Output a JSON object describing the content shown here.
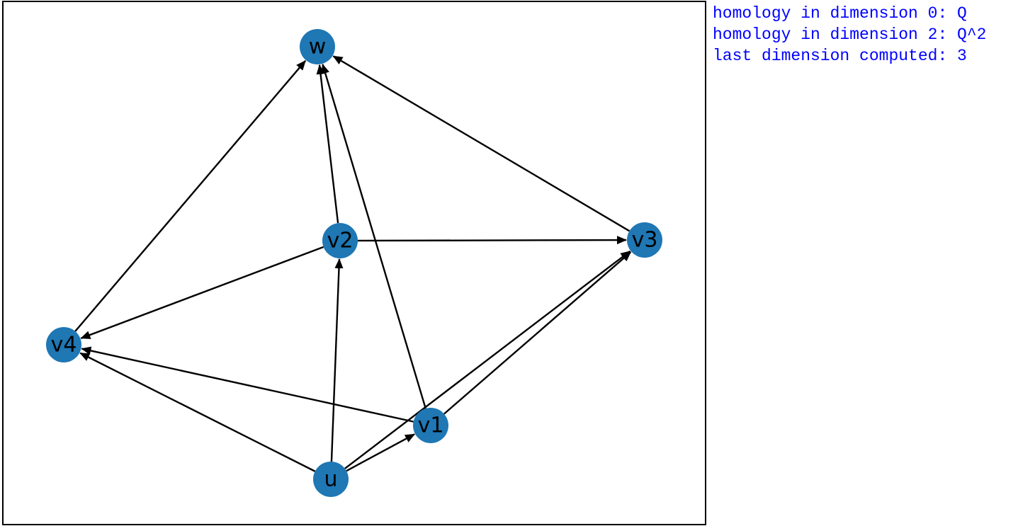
{
  "graph": {
    "node_color": "#1f77b4",
    "edge_color": "#000000",
    "frame_color": "#000000",
    "nodes": [
      {
        "id": "w",
        "label": "w"
      },
      {
        "id": "v2",
        "label": "v2"
      },
      {
        "id": "v3",
        "label": "v3"
      },
      {
        "id": "v4",
        "label": "v4"
      },
      {
        "id": "v1",
        "label": "v1"
      },
      {
        "id": "u",
        "label": "u"
      }
    ],
    "edges": [
      {
        "from": "v4",
        "to": "w"
      },
      {
        "from": "v2",
        "to": "w"
      },
      {
        "from": "v1",
        "to": "w"
      },
      {
        "from": "v3",
        "to": "w"
      },
      {
        "from": "v2",
        "to": "v3"
      },
      {
        "from": "v2",
        "to": "v4"
      },
      {
        "from": "u",
        "to": "v2"
      },
      {
        "from": "u",
        "to": "v4"
      },
      {
        "from": "v1",
        "to": "v4"
      },
      {
        "from": "u",
        "to": "v1"
      },
      {
        "from": "u",
        "to": "v3"
      },
      {
        "from": "v1",
        "to": "v3"
      }
    ]
  },
  "info": {
    "color": "#0000ff",
    "lines": [
      "homology in dimension 0: Q",
      "homology in dimension 2: Q^2",
      "last dimension computed: 3"
    ]
  }
}
